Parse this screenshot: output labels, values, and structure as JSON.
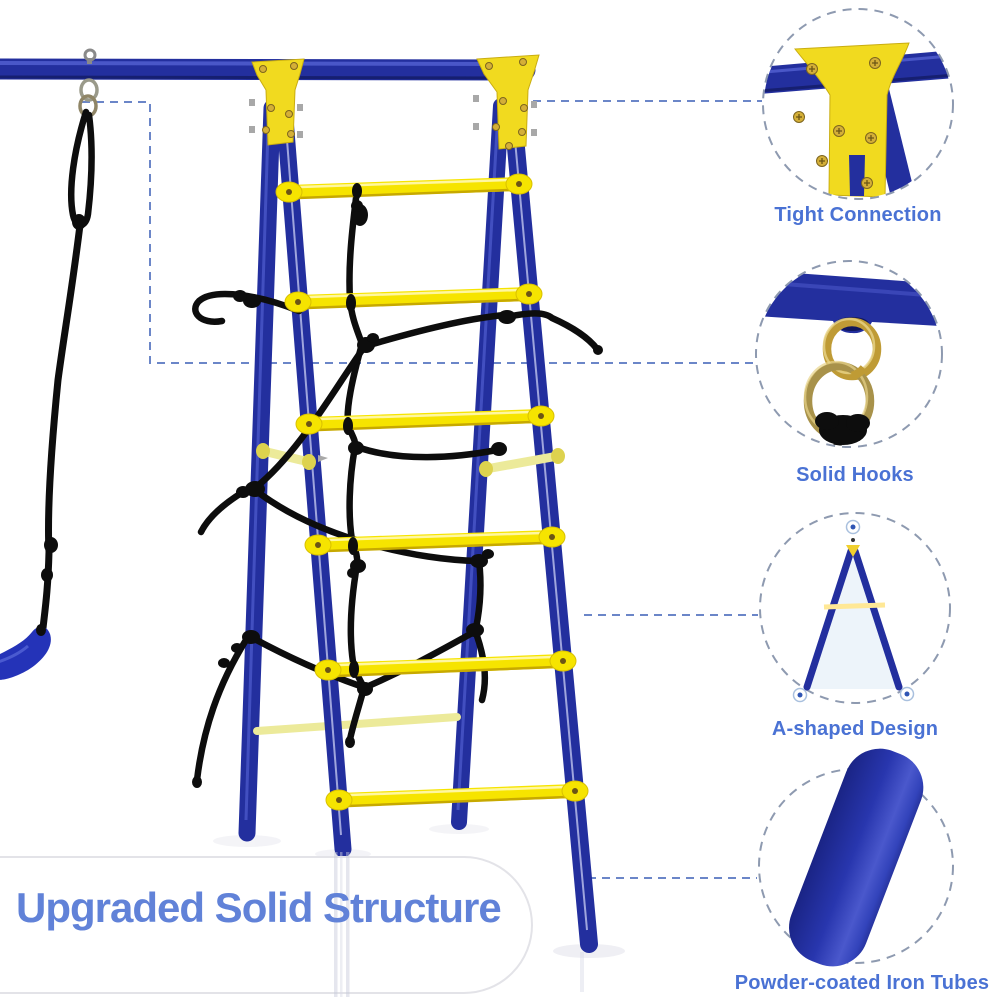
{
  "headline": "Upgraded Solid Structure",
  "callouts": {
    "tight_connection": {
      "label": "Tight Connection"
    },
    "solid_hooks": {
      "label": "Solid Hooks"
    },
    "a_shaped": {
      "label": "A-shaped Design"
    },
    "powder_coated": {
      "label": "Powder-coated Iron Tubes"
    }
  },
  "colors": {
    "label_blue": "#4a72d4",
    "headline_blue": "#6182d8",
    "frame_blue": "#232f9e",
    "frame_blue_dark": "#161f70",
    "frame_highlight": "#4a57c8",
    "rung_yellow": "#f6e400",
    "connector_yellow": "#f1da1f",
    "pale_yellow": "#ecea9a",
    "rope_black": "#0d0d0d",
    "dash_line_blue": "#6b86c8",
    "dash_circle_gray": "#8e9ab0",
    "seat_blue": "#2433b8",
    "ring_gold": "#bf9b35",
    "screw_gold": "#d4af37"
  }
}
